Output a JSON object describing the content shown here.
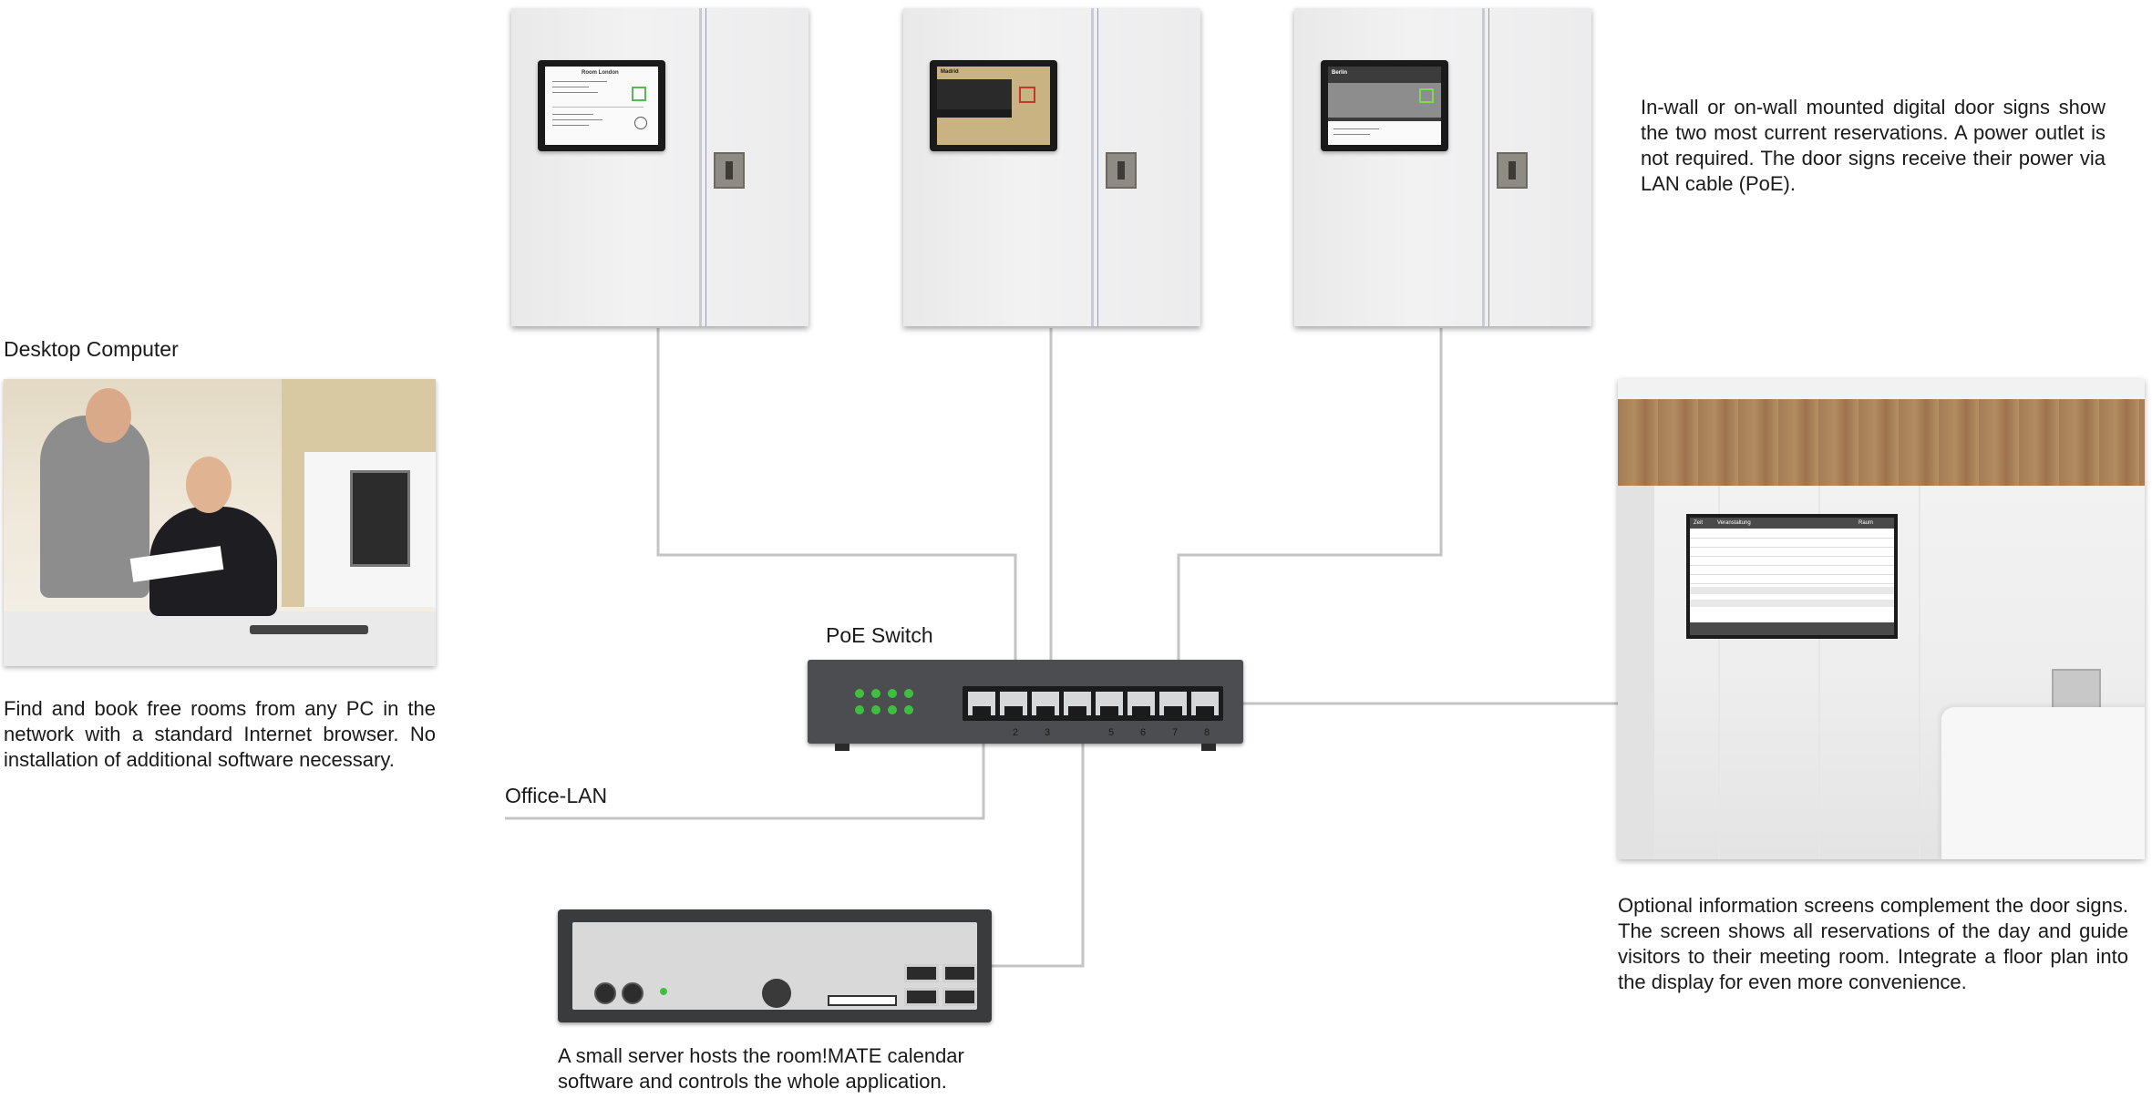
{
  "labels": {
    "desktop_computer": "Desktop Computer",
    "poe_switch": "PoE Switch",
    "office_lan": "Office-LAN"
  },
  "descriptions": {
    "door_signs": "In-wall or on-wall mounted digital door signs show the two most current reservations. A power outlet is not required. The door signs receive their power via LAN cable (PoE).",
    "desktop": "Find and book free rooms from any PC in the network with a standard Internet browser. No installation of additional software necessary.",
    "info_screens": "Optional information screens complement the door signs. The screen shows all reservations of the day and guide visitors to their meeting room. Integrate a floor plan into the display for even more convenience.",
    "server": "A small server hosts the room!MATE calendar software and controls the whole application."
  },
  "door_signs": [
    {
      "room": "Room London"
    },
    {
      "room": "Madrid"
    },
    {
      "room": "Berlin"
    }
  ],
  "switch_ports": [
    "2",
    "3",
    "5",
    "6",
    "7",
    "8"
  ],
  "info_screen": {
    "headers": [
      "Zeit",
      "Veranstaltung",
      "Raum"
    ]
  },
  "colors": {
    "wire": "#c4c4c4",
    "switch_body": "#4b4d50",
    "led_green": "#3fbf3f",
    "server_body": "#3a3b3d"
  }
}
